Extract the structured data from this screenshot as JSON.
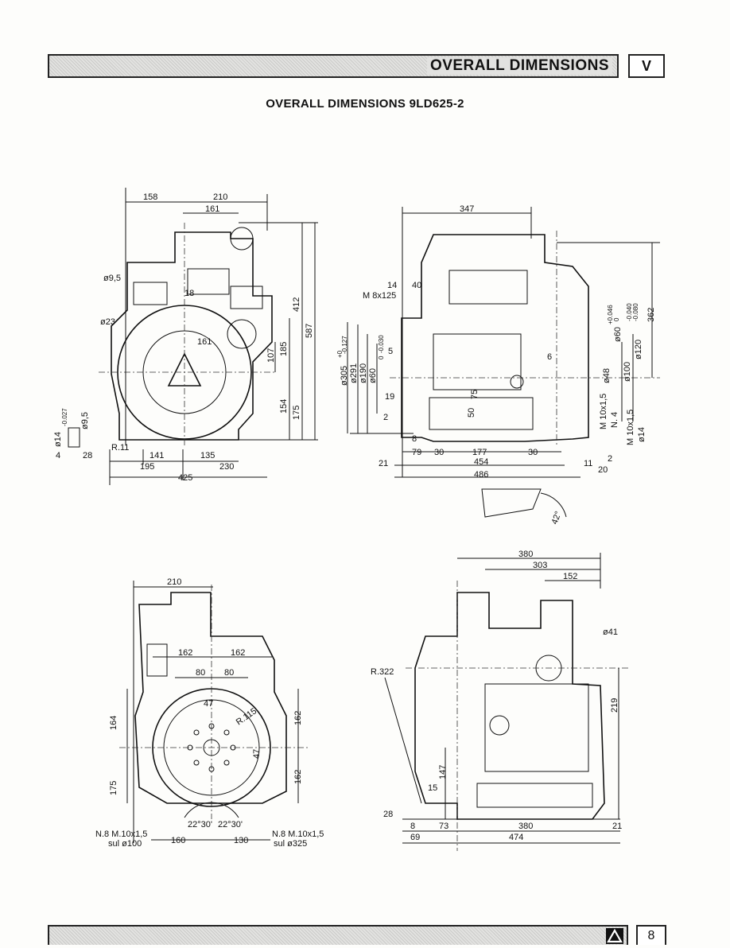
{
  "header": {
    "title": "OVERALL DIMENSIONS",
    "section": "V"
  },
  "page_title": "OVERALL DIMENSIONS 9LD625-2",
  "footer": {
    "page_number": "8",
    "logo_icon": "lombardini-triangle-logo"
  },
  "front_view": {
    "dims": [
      "158",
      "210",
      "161",
      "ø9,5",
      "18",
      "ø23",
      "161",
      "412",
      "587",
      "185",
      "107",
      "154",
      "175",
      "141",
      "135",
      "195",
      "230",
      "425",
      "R.11",
      "4",
      "28",
      "ø14",
      "-0.027",
      "ø9,5"
    ]
  },
  "side_view": {
    "dims": [
      "347",
      "14",
      "40",
      "M 8x125",
      "5",
      "ø305",
      "+0",
      "-0.127",
      "ø291",
      "ø190",
      "ø60",
      "0",
      "-0.030",
      "19",
      "75",
      "50",
      "2",
      "8",
      "79",
      "30",
      "177",
      "30",
      "21",
      "454",
      "11",
      "486",
      "6",
      "ø48",
      "ø100",
      "M 10x1,5",
      "N. 4",
      "ø60",
      "+0.046",
      "0",
      "ø120",
      "-0.040",
      "-0.080",
      "362",
      "M 10x1,5",
      "ø14",
      "2",
      "20",
      "42°"
    ]
  },
  "rear_view": {
    "dims": [
      "210",
      "162",
      "162",
      "80",
      "80",
      "47",
      "R.115",
      "164",
      "162",
      "47",
      "175",
      "162",
      "22°30'",
      "22°30'",
      "N.8 M.10x1,5",
      "sul ø100",
      "160",
      "130",
      "N.8 M.10x1,5",
      "sul ø325"
    ]
  },
  "top_view": {
    "dims": [
      "380",
      "303",
      "152",
      "ø41",
      "R.322",
      "219",
      "147",
      "15",
      "28",
      "8",
      "73",
      "380",
      "21",
      "69",
      "474"
    ]
  }
}
